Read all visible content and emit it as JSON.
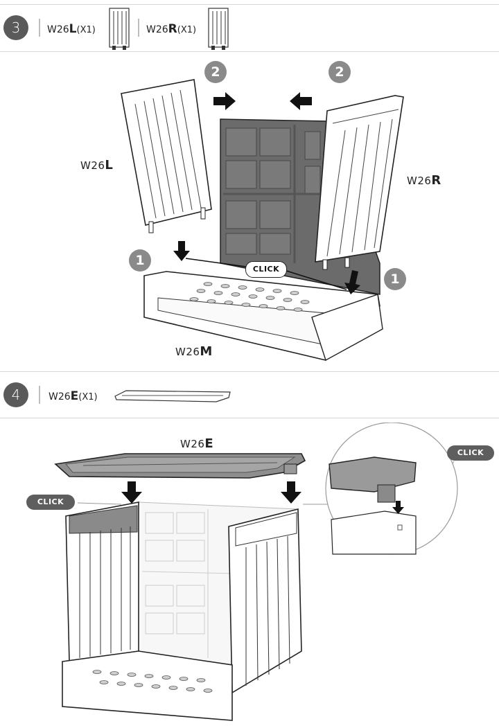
{
  "step3": {
    "number": "3",
    "parts": [
      {
        "prefix": "W26",
        "letter": "L",
        "qty": "(X1)"
      },
      {
        "prefix": "W26",
        "letter": "R",
        "qty": "(X1)"
      }
    ],
    "callout_left": {
      "prefix": "W26",
      "letter": "L"
    },
    "callout_right": {
      "prefix": "W26",
      "letter": "R"
    },
    "callout_base": {
      "prefix": "W26",
      "letter": "M"
    },
    "badge_two": "2",
    "badge_one": "1",
    "click_label": "CLICK"
  },
  "step4": {
    "number": "4",
    "part": {
      "prefix": "W26",
      "letter": "E",
      "qty": "(X1)"
    },
    "callout_lid": {
      "prefix": "W26",
      "letter": "E"
    },
    "click_label": "CLICK"
  },
  "colors": {
    "dark_panel": "#6b6b6b",
    "badge": "#8a8a8a",
    "step_circle": "#5a5a5a"
  }
}
